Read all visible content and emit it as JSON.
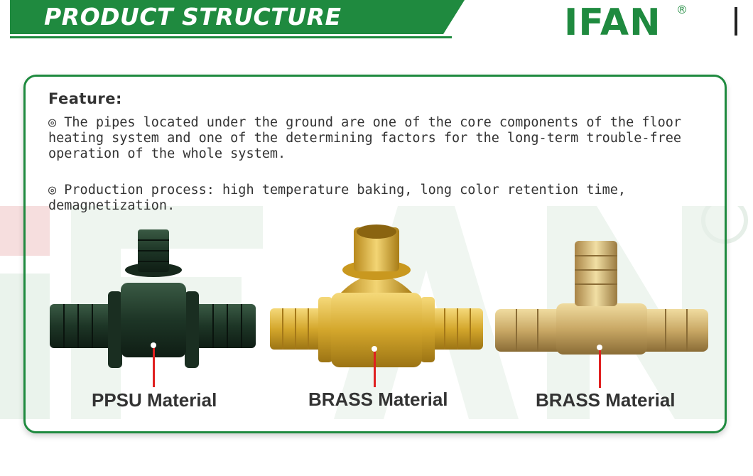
{
  "header": {
    "title": "PRODUCT STRUCTURE",
    "brand_color": "#1f8a3f"
  },
  "logo": {
    "text": "IFAN",
    "registered": "®"
  },
  "feature": {
    "heading": "Feature:",
    "bullet_icon": "double-circle-icon",
    "point1": "◎ The pipes located under the ground are one of the core components of the floor heating system and one of the determining factors for the long-term trouble-free operation of the whole system.",
    "point2": "◎ Production process: high temperature baking, long color retention time, demagnetization."
  },
  "products": [
    {
      "label": "PPSU Material",
      "color": "#1e3a24"
    },
    {
      "label": "BRASS Material",
      "color": "#d4a72c"
    },
    {
      "label": "BRASS Material",
      "color": "#c9a865"
    }
  ],
  "watermark": {
    "text": "IFAN",
    "registered": "®"
  }
}
